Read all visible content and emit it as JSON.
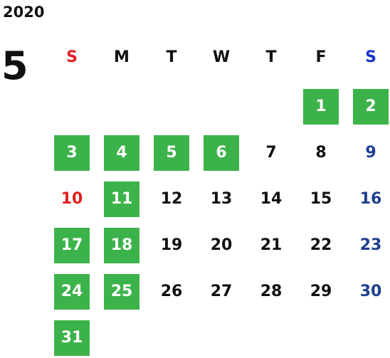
{
  "calendar": {
    "year": "2020",
    "month": "5",
    "weekdays": [
      "S",
      "M",
      "T",
      "W",
      "T",
      "F",
      "S"
    ],
    "weeks": [
      [
        {
          "label": "",
          "highlighted": false,
          "color": ""
        },
        {
          "label": "",
          "highlighted": false,
          "color": ""
        },
        {
          "label": "",
          "highlighted": false,
          "color": ""
        },
        {
          "label": "",
          "highlighted": false,
          "color": ""
        },
        {
          "label": "",
          "highlighted": false,
          "color": ""
        },
        {
          "label": "1",
          "highlighted": true,
          "color": "#ffffff"
        },
        {
          "label": "2",
          "highlighted": true,
          "color": "#ffffff"
        }
      ],
      [
        {
          "label": "3",
          "highlighted": true,
          "color": "#ffffff"
        },
        {
          "label": "4",
          "highlighted": true,
          "color": "#ffffff"
        },
        {
          "label": "5",
          "highlighted": true,
          "color": "#ffffff"
        },
        {
          "label": "6",
          "highlighted": true,
          "color": "#ffffff"
        },
        {
          "label": "7",
          "highlighted": false,
          "color": "#111111"
        },
        {
          "label": "8",
          "highlighted": false,
          "color": "#111111"
        },
        {
          "label": "9",
          "highlighted": false,
          "color": "#1f3f8f"
        }
      ],
      [
        {
          "label": "10",
          "highlighted": false,
          "color": "#e02020"
        },
        {
          "label": "11",
          "highlighted": true,
          "color": "#ffffff"
        },
        {
          "label": "12",
          "highlighted": false,
          "color": "#111111"
        },
        {
          "label": "13",
          "highlighted": false,
          "color": "#111111"
        },
        {
          "label": "14",
          "highlighted": false,
          "color": "#111111"
        },
        {
          "label": "15",
          "highlighted": false,
          "color": "#111111"
        },
        {
          "label": "16",
          "highlighted": false,
          "color": "#1f3f8f"
        }
      ],
      [
        {
          "label": "17",
          "highlighted": true,
          "color": "#ffffff"
        },
        {
          "label": "18",
          "highlighted": true,
          "color": "#ffffff"
        },
        {
          "label": "19",
          "highlighted": false,
          "color": "#111111"
        },
        {
          "label": "20",
          "highlighted": false,
          "color": "#111111"
        },
        {
          "label": "21",
          "highlighted": false,
          "color": "#111111"
        },
        {
          "label": "22",
          "highlighted": false,
          "color": "#111111"
        },
        {
          "label": "23",
          "highlighted": false,
          "color": "#1f3f8f"
        }
      ],
      [
        {
          "label": "24",
          "highlighted": true,
          "color": "#ffffff"
        },
        {
          "label": "25",
          "highlighted": true,
          "color": "#ffffff"
        },
        {
          "label": "26",
          "highlighted": false,
          "color": "#111111"
        },
        {
          "label": "27",
          "highlighted": false,
          "color": "#111111"
        },
        {
          "label": "28",
          "highlighted": false,
          "color": "#111111"
        },
        {
          "label": "29",
          "highlighted": false,
          "color": "#111111"
        },
        {
          "label": "30",
          "highlighted": false,
          "color": "#1f3f8f"
        }
      ],
      [
        {
          "label": "31",
          "highlighted": true,
          "color": "#ffffff"
        },
        {
          "label": "",
          "highlighted": false,
          "color": ""
        },
        {
          "label": "",
          "highlighted": false,
          "color": ""
        },
        {
          "label": "",
          "highlighted": false,
          "color": ""
        },
        {
          "label": "",
          "highlighted": false,
          "color": ""
        },
        {
          "label": "",
          "highlighted": false,
          "color": ""
        },
        {
          "label": "",
          "highlighted": false,
          "color": ""
        }
      ]
    ]
  },
  "colors": {
    "highlight_bg": "#3cb34a",
    "sunday_header": "#e02020",
    "saturday_header": "#1a33cc",
    "default_text": "#111111",
    "highlight_text": "#ffffff"
  }
}
